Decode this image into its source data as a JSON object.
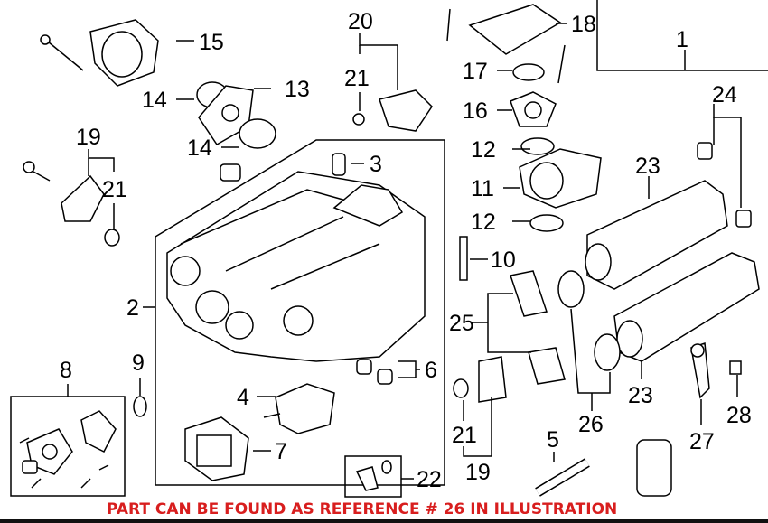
{
  "diagram": {
    "callouts": [
      "1",
      "2",
      "3",
      "4",
      "5",
      "6",
      "7",
      "8",
      "9",
      "10",
      "11",
      "12",
      "12",
      "13",
      "14",
      "14",
      "15",
      "16",
      "17",
      "18",
      "19",
      "19",
      "20",
      "21",
      "21",
      "21",
      "22",
      "23",
      "23",
      "24",
      "25",
      "26",
      "27",
      "28"
    ]
  },
  "notice": "PART CAN BE FOUND AS REFERENCE # 26 IN ILLUSTRATION"
}
